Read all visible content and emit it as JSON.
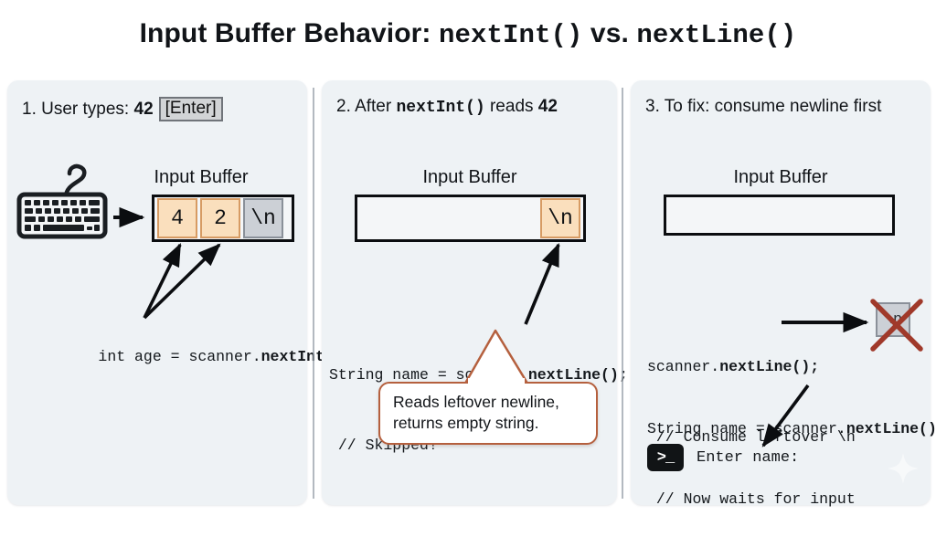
{
  "title": {
    "part1": "Input Buffer Behavior: ",
    "method1": "nextInt()",
    "mid": " vs. ",
    "method2": "nextLine()"
  },
  "panels": [
    {
      "id": "panel-1",
      "heading_prefix": "1. User types: ",
      "heading_value": "42",
      "enter_key": "[Enter]",
      "buffer_label": "Input Buffer",
      "cells": [
        {
          "text": "4",
          "style": "peach"
        },
        {
          "text": "2",
          "style": "peach"
        },
        {
          "text": "\\n",
          "style": "gray"
        }
      ],
      "code": "int age = scanner.",
      "code_bold": "nextInt();",
      "keyboard_icon": "keyboard-icon"
    },
    {
      "id": "panel-2",
      "heading_prefix": "2. After ",
      "heading_method": "nextInt()",
      "heading_suffix": " reads ",
      "heading_value": "42",
      "buffer_label": "Input Buffer",
      "cells": [
        {
          "text": "\\n",
          "style": "peach"
        }
      ],
      "code_line1_plain": "String name = scanner.",
      "code_line1_bold": "nextLine();",
      "code_line2": " // Skipped!",
      "bubble": "Reads leftover newline,\nreturns empty string."
    },
    {
      "id": "panel-3",
      "heading": "3. To fix: consume newline first",
      "buffer_label": "Input Buffer",
      "cells": [],
      "code1_plain": "scanner.",
      "code1_bold": "nextLine();",
      "code1_comment": " // Consume leftover \\n",
      "xbox_text": "\\n",
      "code2_plain": "String name = scanner.",
      "code2_bold": "nextLine();",
      "code2_comment": " // Now waits for input",
      "terminal_glyph": ">_",
      "terminal_prompt": "Enter name:"
    }
  ],
  "colors": {
    "page_background": "#ffffff",
    "panel_background": "#eef2f5",
    "cell_peach_fill": "#fadfbd",
    "cell_peach_border": "#d79b63",
    "cell_gray_fill": "#ccd0d6",
    "cell_gray_border": "#8a9099",
    "bubble_border": "#b5603e",
    "cross_out": "#a0392a",
    "ink": "#0b0d10"
  }
}
